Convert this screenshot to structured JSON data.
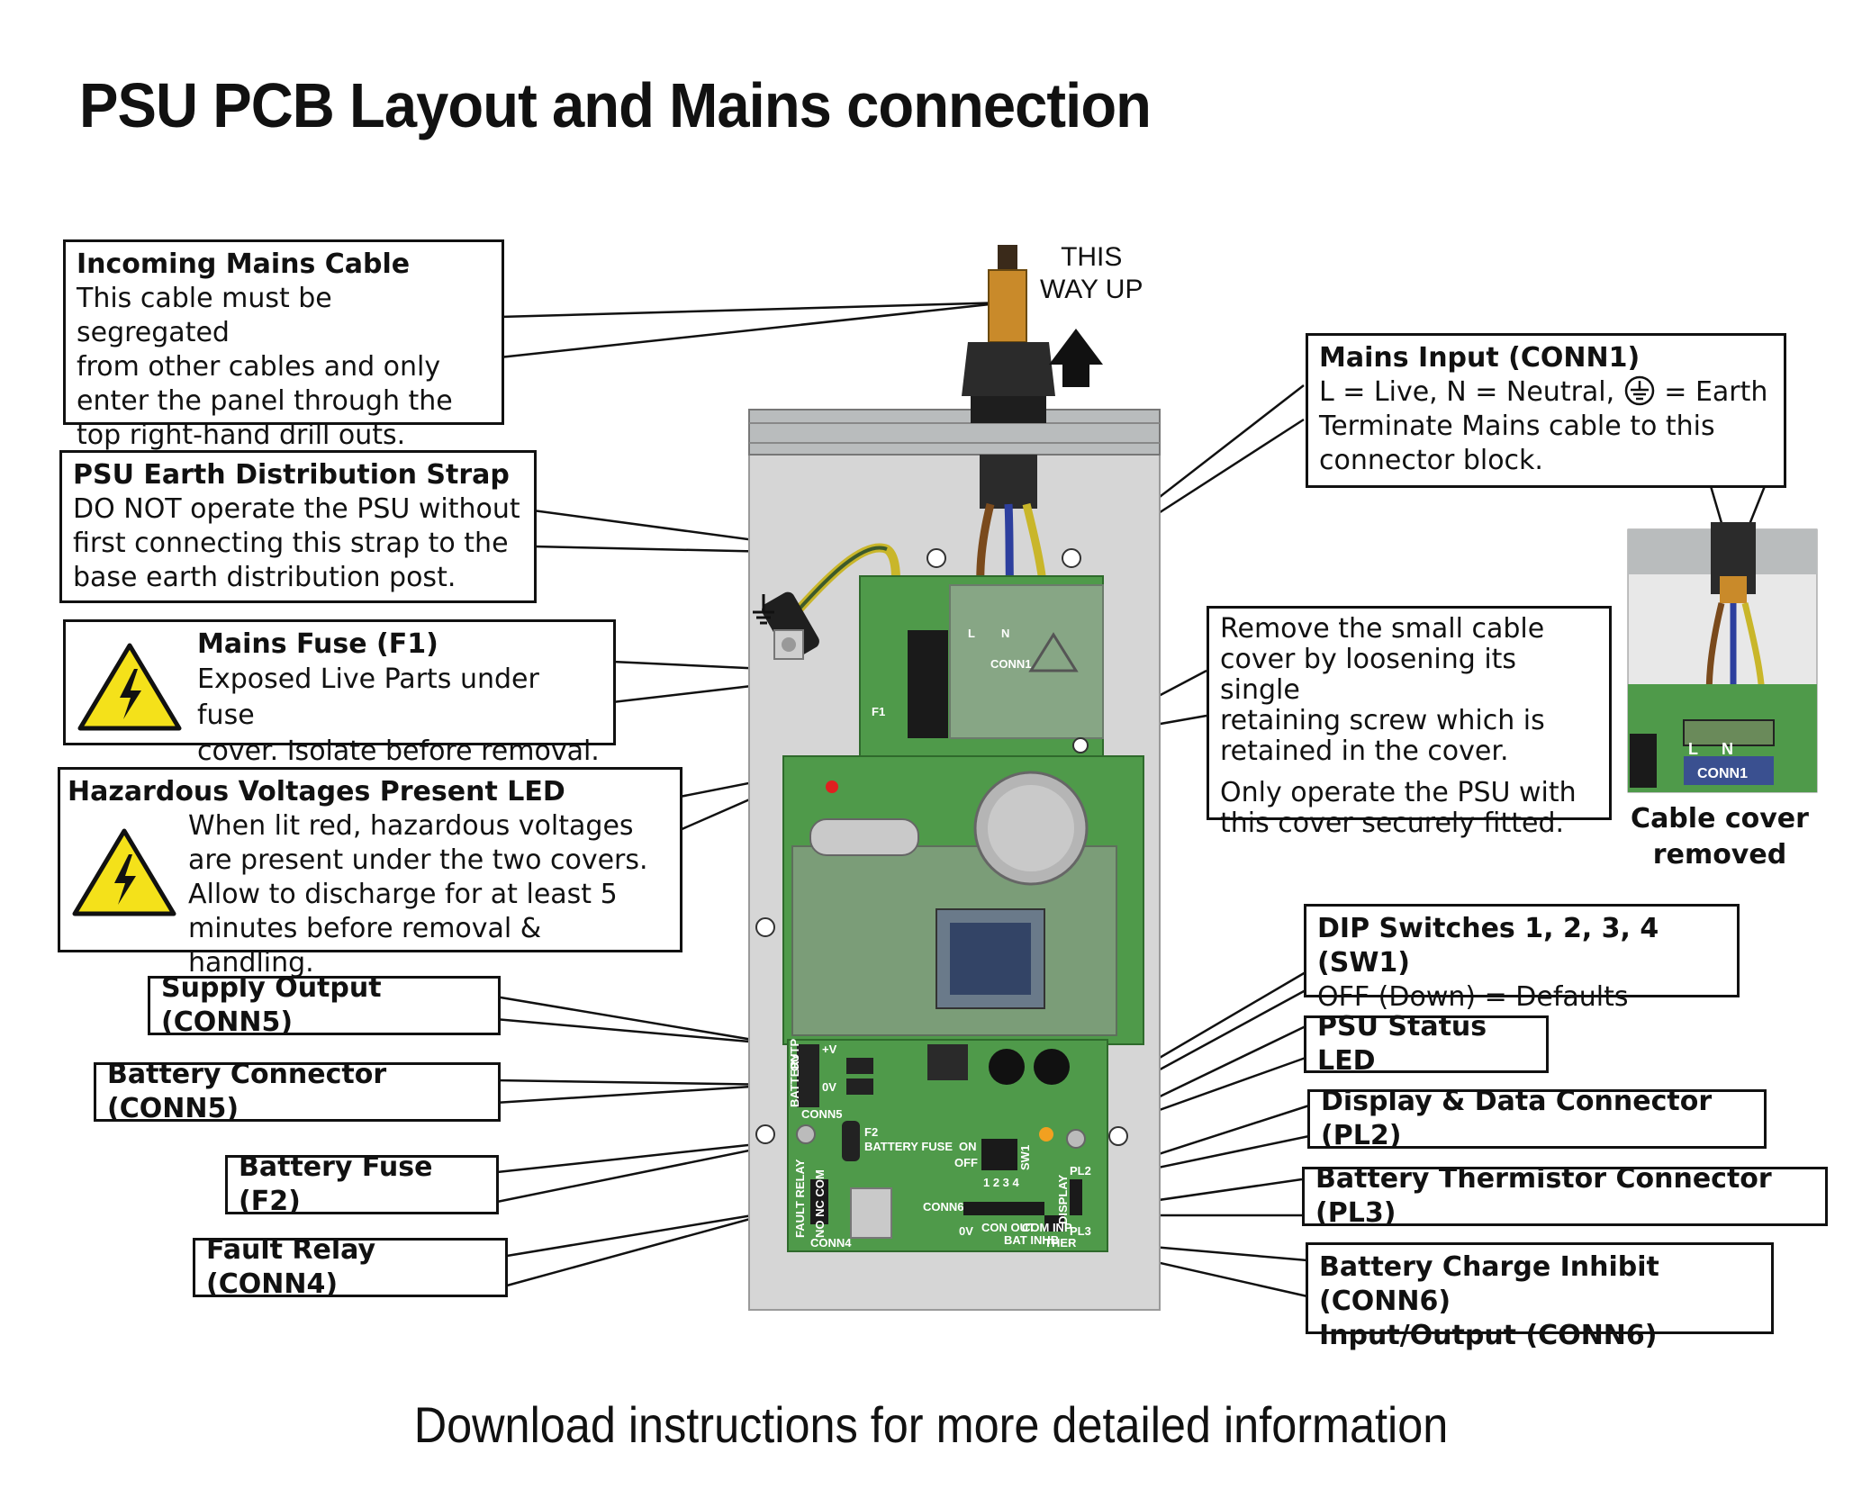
{
  "title": "PSU PCB Layout and Mains connection",
  "footer": "Download instructions for more detailed information",
  "up_label": [
    "THIS",
    "WAY UP"
  ],
  "inset_caption": [
    "Cable cover",
    "removed"
  ],
  "callouts": {
    "incoming_mains": {
      "heading": "Incoming Mains Cable",
      "lines": [
        "This cable must be segregated",
        "from other cables and only",
        "enter the panel through the",
        "top right-hand drill outs."
      ]
    },
    "earth_strap": {
      "heading": "PSU Earth Distribution Strap",
      "lines": [
        "DO NOT operate the PSU without",
        "first connecting this strap to the",
        "base earth distribution post."
      ]
    },
    "mains_fuse": {
      "heading": "Mains Fuse (F1)",
      "lines": [
        "Exposed Live Parts under fuse",
        "cover. Isolate before removal."
      ]
    },
    "hazard_led": {
      "heading": "Hazardous Voltages Present LED",
      "lines": [
        "When lit red, hazardous voltages",
        "are present under the two covers.",
        "Allow to discharge for at least 5",
        "minutes before removal & handling."
      ]
    },
    "mains_input": {
      "heading": "Mains Input (CONN1)",
      "line1_a": "L = Live, N = Neutral,",
      "line1_b": "= Earth",
      "lines": [
        "Terminate Mains cable to this",
        "connector block."
      ]
    },
    "cable_cover": {
      "lines_a": [
        "Remove the small cable",
        "cover by loosening its single",
        "retaining screw which is",
        "retained in the cover."
      ],
      "lines_b": [
        "Only operate the PSU with",
        "this cover securely fitted."
      ]
    },
    "dip_switches": {
      "heading": "DIP Switches 1, 2, 3, 4 (SW1)",
      "lines": [
        "OFF (Down) = Defaults"
      ]
    },
    "status_led": "PSU Status LED",
    "display_conn": "Display & Data Connector (PL2)",
    "thermistor_conn": "Battery Thermistor Connector (PL3)",
    "charge_inhibit": [
      "Battery Charge Inhibit (CONN6)",
      "Input/Output (CONN6)"
    ],
    "supply_output": "Supply Output (CONN5)",
    "battery_conn": "Battery Connector (CONN5)",
    "battery_fuse": "Battery Fuse (F2)",
    "fault_relay": "Fault Relay (CONN4)"
  },
  "pcb_labels": {
    "l": "L",
    "n": "N",
    "conn1": "CONN1",
    "f1": "F1",
    "outp": "OUTP",
    "battery": "BATTERY",
    "plus_v": "+V",
    "zero_v": "0V",
    "conn5": "CONN5",
    "f2": "F2",
    "battery_fuse": "BATTERY FUSE",
    "on": "ON",
    "off": "OFF",
    "sw1": "SW1",
    "sw_numbers": "1 2 3 4",
    "pl2": "PL2",
    "display": "DISPLAY",
    "conn6": "CONN6",
    "pl3": "PL3",
    "fault_relay": "FAULT RELAY",
    "no_nc_com": "NO NC COM",
    "conn4": "CONN4",
    "bottom_0v": "0V",
    "con_out": "CON OUT",
    "bat_inhb": "BAT INHB",
    "com_inp": "COM INP",
    "ther": "THER"
  },
  "colors": {
    "pcb": "#4f9a4a",
    "pcb_dark": "#3b7d38",
    "panel": "#d6d6d6",
    "rail": "#b9bcbd",
    "warning": "#f4e11a",
    "cable_blue": "#2d3f9e",
    "cable_brown": "#7a4a1c",
    "cable_earth": "#c9b62a"
  },
  "icons": [
    "warning-triangle-icon",
    "earth-symbol-icon",
    "up-arrow-icon",
    "screw-icon"
  ]
}
